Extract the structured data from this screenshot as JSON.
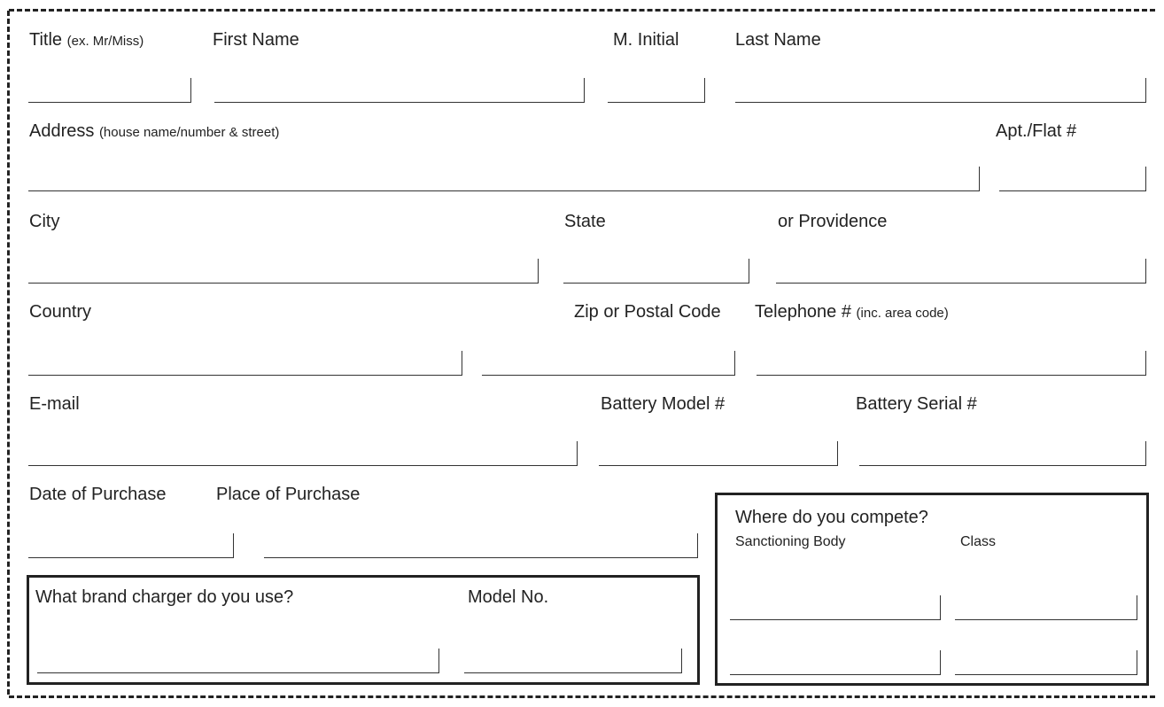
{
  "labels": {
    "title": "Title",
    "title_hint": "(ex. Mr/Miss)",
    "first_name": "First Name",
    "middle_initial": "M. Initial",
    "last_name": "Last Name",
    "address": "Address",
    "address_hint": "(house name/number & street)",
    "apt_flat": "Apt./Flat #",
    "city": "City",
    "state": "State",
    "province": "or Providence",
    "country": "Country",
    "zip": "Zip or Postal Code",
    "telephone": "Telephone #",
    "telephone_hint": "(inc. area code)",
    "email": "E-mail",
    "battery_model": "Battery Model #",
    "battery_serial": "Battery Serial #",
    "date_of_purchase": "Date of Purchase",
    "place_of_purchase": "Place of Purchase"
  },
  "charger_box": {
    "question": "What brand charger do you use?",
    "model_label": "Model No."
  },
  "compete_box": {
    "question": "Where do you compete?",
    "sanctioning_body": "Sanctioning Body",
    "class": "Class"
  }
}
